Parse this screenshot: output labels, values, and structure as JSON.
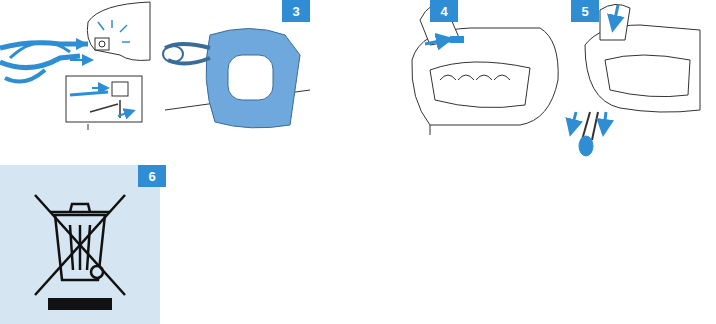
{
  "diagram": {
    "labels": [
      "3",
      "4",
      "5",
      "6"
    ]
  }
}
